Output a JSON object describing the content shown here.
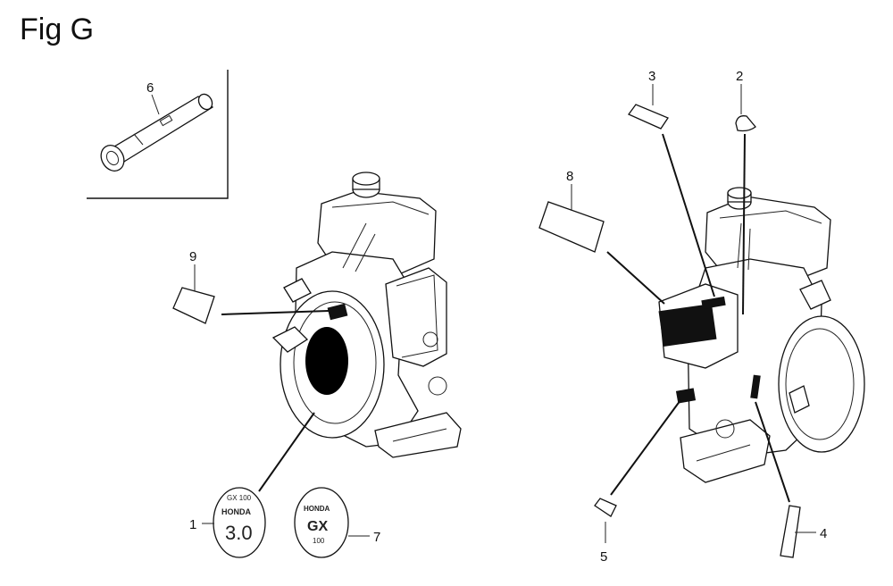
{
  "figure": {
    "title": "Fig G"
  },
  "callouts": [
    "1",
    "2",
    "3",
    "4",
    "5",
    "6",
    "7",
    "8",
    "9"
  ],
  "decals": {
    "part1_lines": [
      "GX 100",
      "HONDA",
      "3.0"
    ],
    "part7_lines": [
      "HONDA",
      "GX",
      "100"
    ]
  },
  "icons": {
    "tool": "tube-wrench-icon",
    "engine_left": "engine-front-icon",
    "engine_right": "engine-rear-icon"
  }
}
